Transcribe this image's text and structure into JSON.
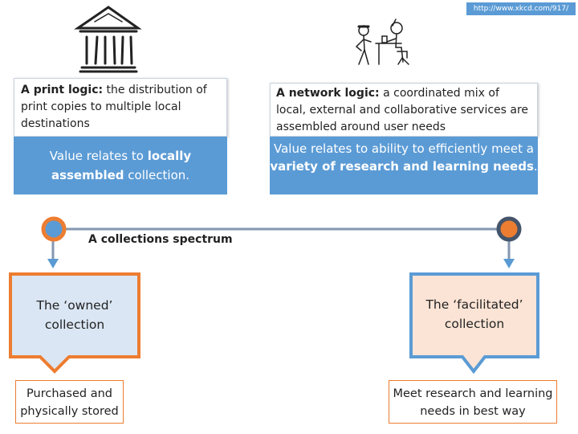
{
  "url": "http://www.xkcd.com/917/",
  "left_panel": {
    "heading_bold": "A print logic:",
    "heading_rest": " the distribution of print copies to multiple local destinations",
    "value_prefix": "Value relates to ",
    "value_bold": "locally assembled",
    "value_suffix": " collection."
  },
  "right_panel": {
    "heading_bold": "A network logic:",
    "heading_rest": " a coordinated mix of local, external and collaborative services are assembled around user needs",
    "value_prefix": "Value relates to ability to efficiently meet a ",
    "value_bold": "variety of research and learning needs",
    "value_suffix": "."
  },
  "spectrum_label": "A collections spectrum",
  "owned": {
    "label": "The ‘owned’ collection",
    "detail": "Purchased and physically stored"
  },
  "facilitated": {
    "label": "The ‘facilitated’ collection",
    "detail": "Meet research and learning needs in best way"
  },
  "colors": {
    "blue": "#5b9bd5",
    "orange": "#ed7d31",
    "owned_fill": "#dae6f3",
    "facilitated_fill": "#fbe4d5",
    "line": "#8497b0"
  }
}
